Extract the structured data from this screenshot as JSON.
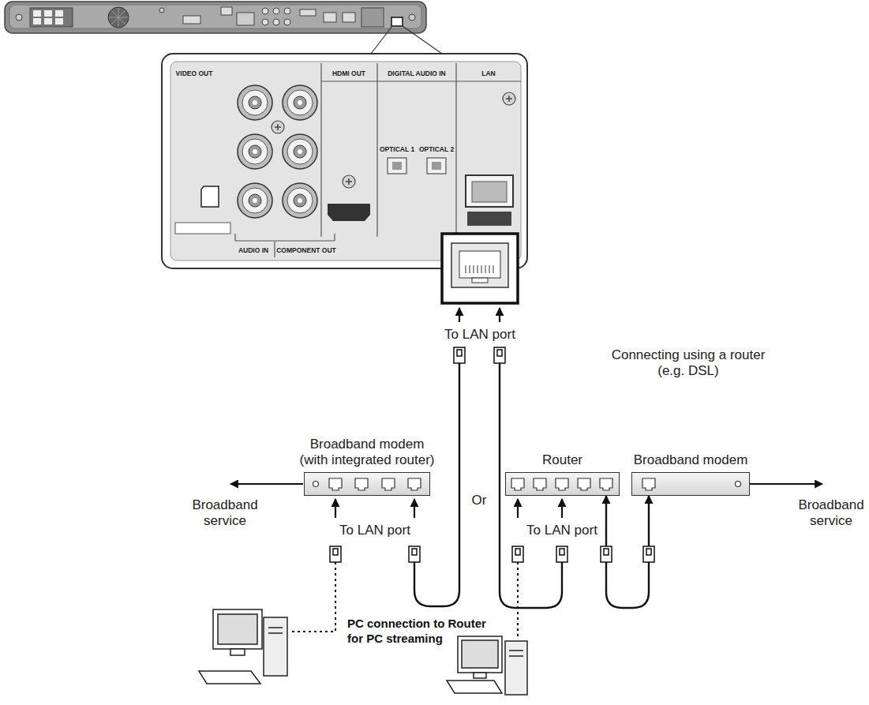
{
  "diagram": {
    "nodes": [
      {
        "text": [
          "Broadband modem (with integrated router)"
        ]
      },
      {
        "text": [
          "Router"
        ]
      },
      {
        "text": [
          "Broadband modem"
        ]
      }
    ],
    "edges": [
      {
        "from": 1,
        "to": 2,
        "arrow": "both"
      }
    ],
    "labels": [
      "VIDEO OUT",
      "HDMI OUT",
      "DIGITAL AUDIO IN",
      "LAN",
      "OPTICAL 1",
      "OPTICAL 2",
      "AUDIO IN",
      "COMPONENT OUT",
      "To LAN port",
      "Connecting using a router (e.g. DSL)",
      "Broadband service",
      "To LAN port",
      "Or",
      "To LAN port",
      "Broadband service",
      "PC connection to Router for PC streaming"
    ]
  }
}
